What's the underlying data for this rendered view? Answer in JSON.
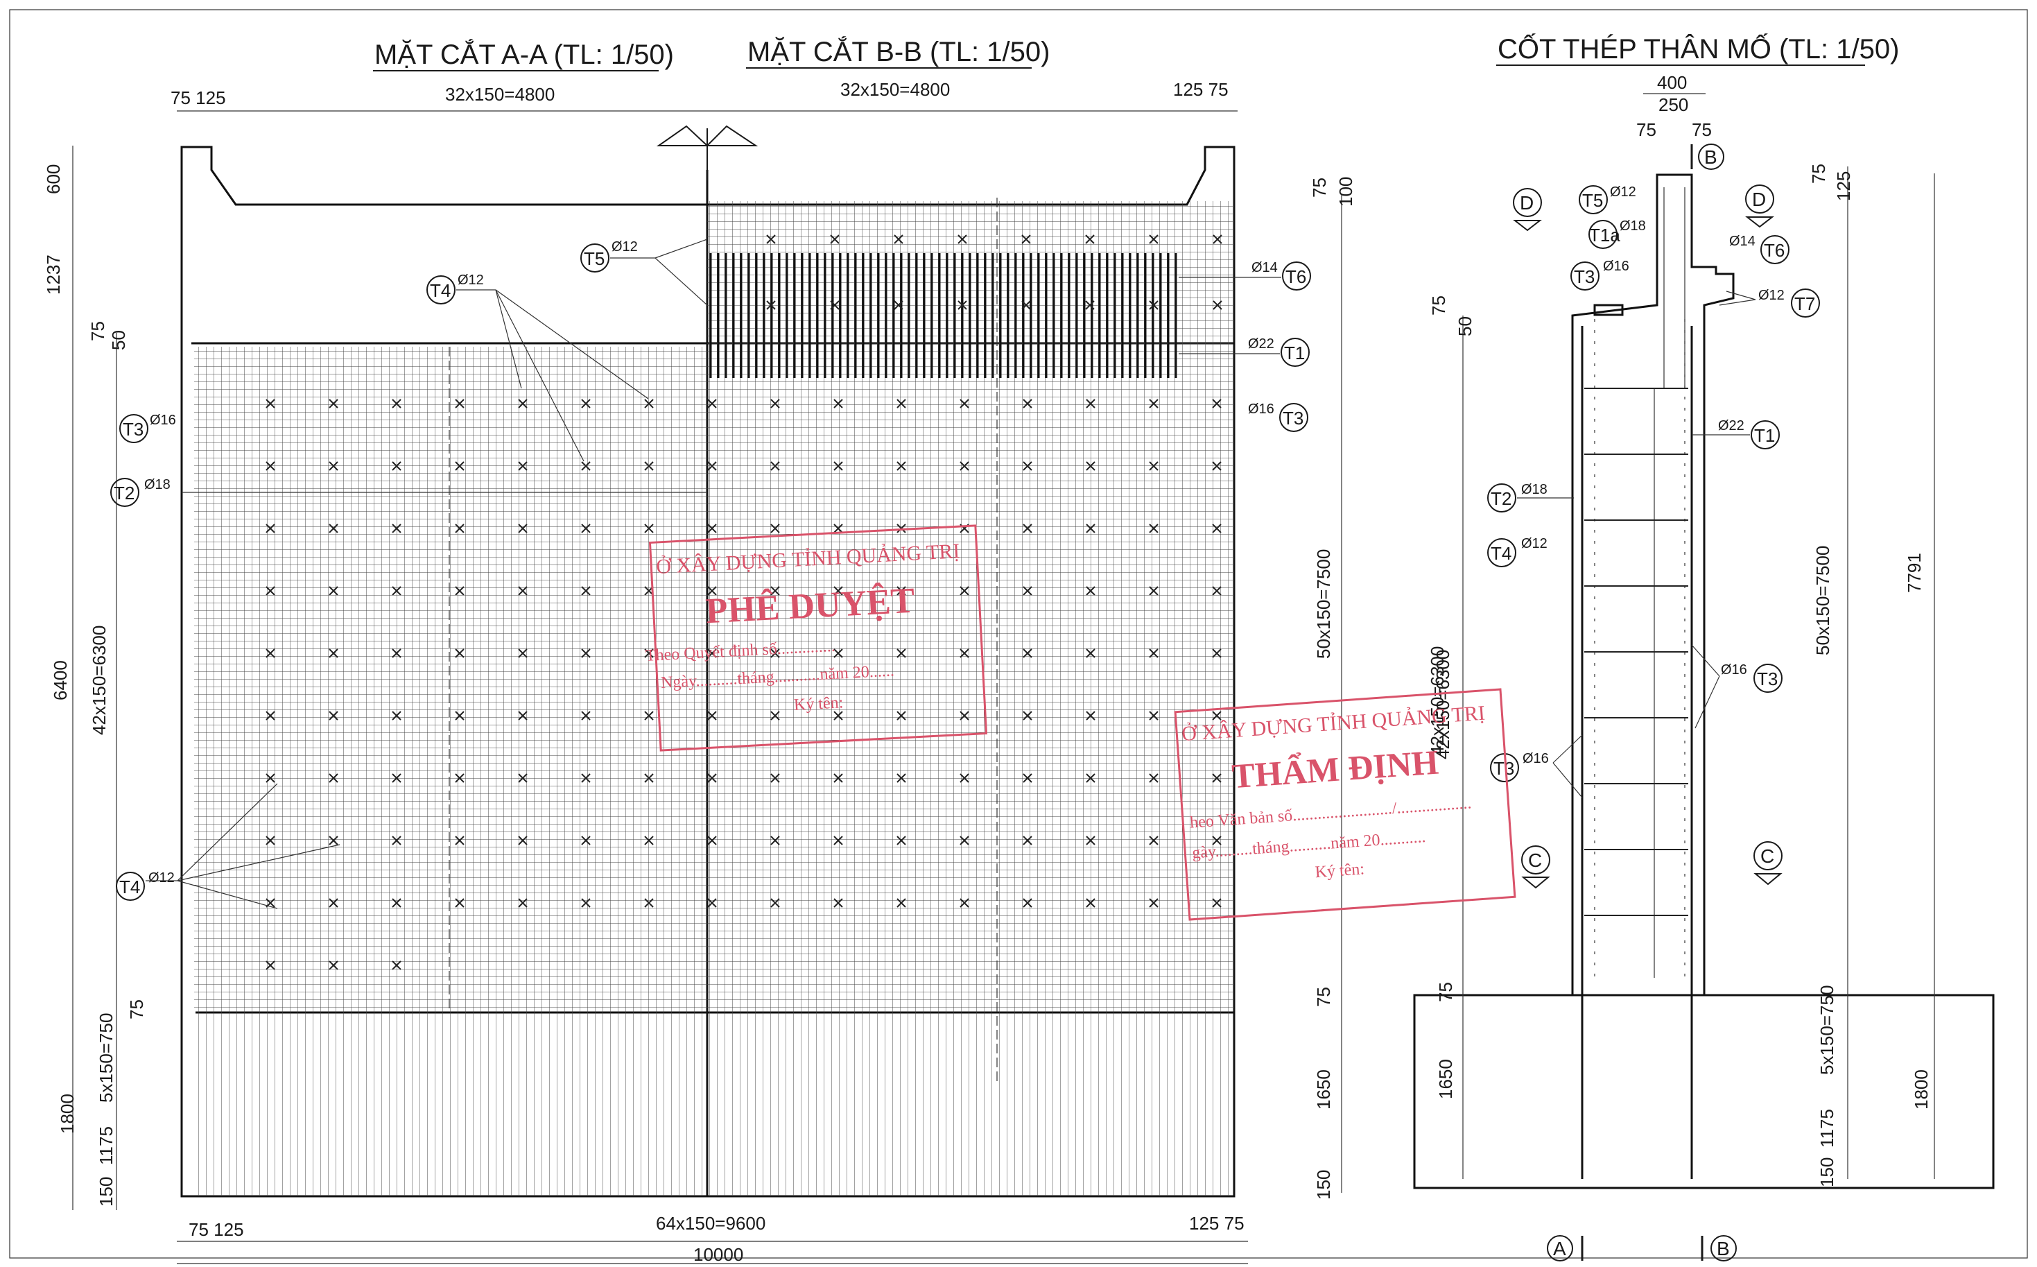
{
  "titles": {
    "section_aa": "MẶT CẮT A-A (TL: 1/50)",
    "section_bb": "MẶT CẮT B-B (TL: 1/50)",
    "abutment_rebar": "CỐT THÉP THÂN MỐ (TL: 1/50)"
  },
  "dims_top": {
    "left_small": "75 125",
    "left_span": "32x150=4800",
    "right_span": "32x150=4800",
    "right_small": "125 75"
  },
  "dims_bottom": {
    "left_small": "75 125",
    "span": "64x150=9600",
    "right_small": "125 75",
    "total": "10000"
  },
  "dims_left": {
    "d600": "600",
    "d1237": "1237",
    "d75": "75",
    "d50": "50",
    "d6400": "6400",
    "d42x150": "42x150=6300",
    "d1800": "1800",
    "d5x150": "5x150=750",
    "d75b": "75",
    "d1175": "1175",
    "d150": "150"
  },
  "dims_right_aa": {
    "d75": "75",
    "d100": "100",
    "d50x150": "50x150=7500",
    "d42x150": "42x150=6300",
    "d75b": "75",
    "d1650": "1650",
    "d150": "150"
  },
  "dims_abutment": {
    "w400": "400",
    "w250": "250",
    "w75a": "75",
    "w75b": "75",
    "l75": "75",
    "l50": "50",
    "l42x150": "42x150=6300",
    "l75b": "75",
    "l1650": "1650",
    "r75": "75",
    "r125": "125",
    "r50x150": "50x150=7500",
    "r5x150": "5x150=750",
    "r1175": "1175",
    "r150": "150",
    "r1800": "1800",
    "h7791": "7791"
  },
  "rebar_tags_aa": [
    {
      "id": "T5",
      "dia": "Ø12"
    },
    {
      "id": "T4",
      "dia": "Ø12"
    },
    {
      "id": "T3",
      "dia": "Ø16"
    },
    {
      "id": "T2",
      "dia": "Ø18"
    },
    {
      "id": "T4",
      "dia": "Ø12"
    },
    {
      "id": "T6",
      "dia": "Ø14"
    },
    {
      "id": "T1",
      "dia": "Ø22"
    },
    {
      "id": "T3",
      "dia": "Ø16"
    }
  ],
  "rebar_tags_abutment": [
    {
      "id": "T5",
      "dia": "Ø12"
    },
    {
      "id": "T1a",
      "dia": "Ø18"
    },
    {
      "id": "T3",
      "dia": "Ø16"
    },
    {
      "id": "T6",
      "dia": "Ø14"
    },
    {
      "id": "T7",
      "dia": "Ø12"
    },
    {
      "id": "T1",
      "dia": "Ø22"
    },
    {
      "id": "T2",
      "dia": "Ø18"
    },
    {
      "id": "T4",
      "dia": "Ø12"
    },
    {
      "id": "T3",
      "dia": "Ø16"
    },
    {
      "id": "T3",
      "dia": "Ø16"
    }
  ],
  "section_marks": {
    "b_top": "B",
    "d_left": "D",
    "d_right": "D",
    "c_left": "C",
    "c_right": "C",
    "a_bottom": "A",
    "b_bottom": "B"
  },
  "stamp_approve": {
    "line1": "Ở XÂY DỰNG TỈNH QUẢNG TRỊ",
    "line2": "PHÊ DUYỆT",
    "line3": "Theo Quyết định số..............",
    "line4": "Ngày..........tháng...........năm 20......",
    "line5": "Ký tên:"
  },
  "stamp_review": {
    "line1": "Ở XÂY DỰNG TỈNH QUẢNG TRỊ",
    "line2": "THẨM ĐỊNH",
    "line3": "heo Văn bản số......................../..................",
    "line4": "gày.........tháng..........năm 20...........",
    "line5": "Ký tên:"
  },
  "colors": {
    "ink": "#1a1a1a",
    "stamp": "#d9536a"
  }
}
